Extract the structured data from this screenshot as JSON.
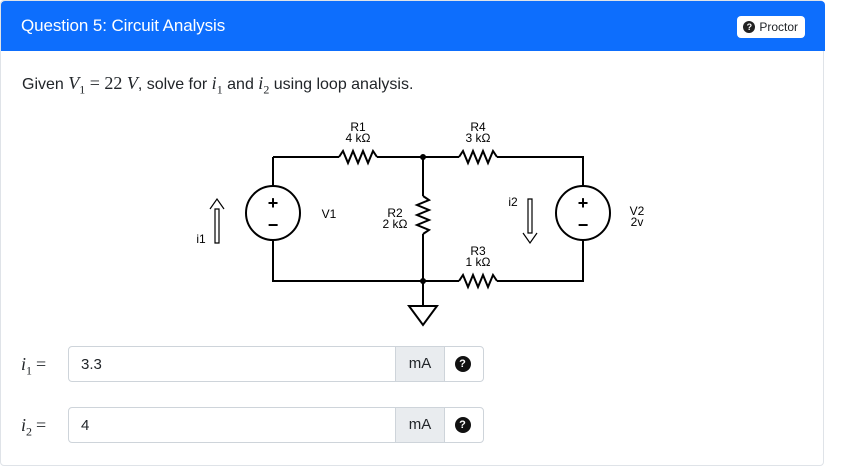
{
  "header": {
    "title": "Question 5: Circuit Analysis",
    "badge_label": "Proctor",
    "badge_icon": "question-circle-icon"
  },
  "prompt": {
    "given": "Given",
    "var": "V",
    "var_sub": "1",
    "eq": "=",
    "value": "22",
    "unit": "V",
    "rest1": ", solve for",
    "i1": "i",
    "i1_sub": "1",
    "and": "and",
    "i2": "i",
    "i2_sub": "2",
    "rest2": "using loop analysis."
  },
  "circuit": {
    "r1_name": "R1",
    "r1_value": "4 kΩ",
    "r4_name": "R4",
    "r4_value": "3 kΩ",
    "r2_name": "R2",
    "r2_value": "2 kΩ",
    "r3_name": "R3",
    "r3_value": "1 kΩ",
    "v1_name": "V1",
    "v2_name": "V2",
    "v2_value": "2v",
    "i1_label": "i1",
    "i2_label": "i2",
    "plus": "+",
    "minus": "−"
  },
  "answers": [
    {
      "var": "i",
      "sub": "1",
      "eq": "=",
      "value": "3.3",
      "unit": "mA"
    },
    {
      "var": "i",
      "sub": "2",
      "eq": "=",
      "value": "4",
      "unit": "mA"
    }
  ],
  "colors": {
    "header_bg": "#0d6efd",
    "addon_bg": "#e9ecef"
  }
}
